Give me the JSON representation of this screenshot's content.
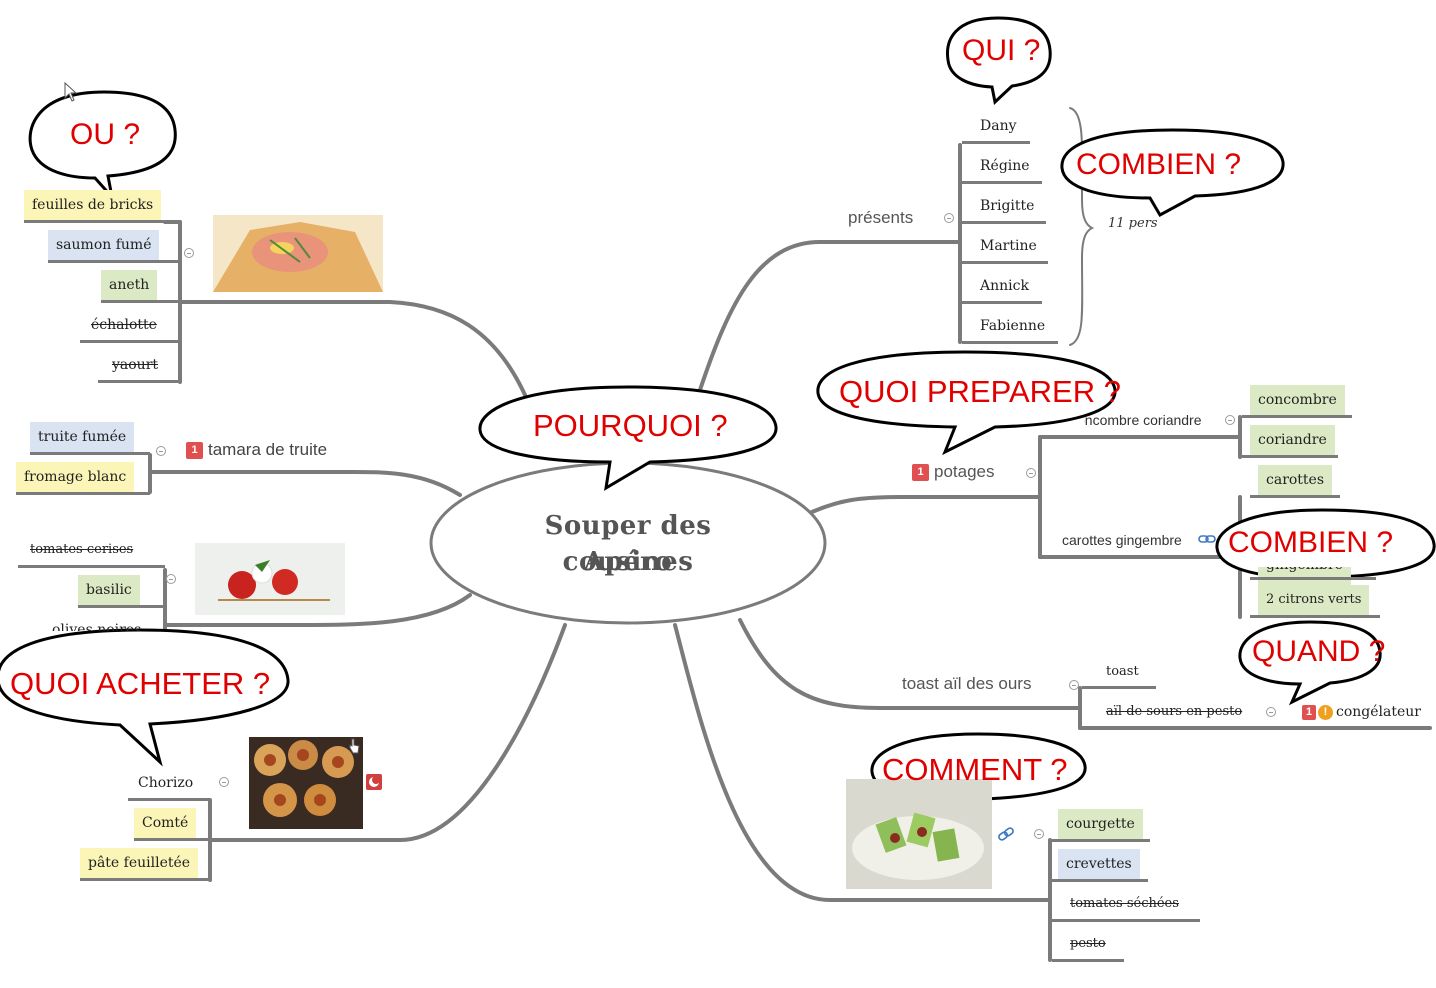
{
  "central": {
    "line1": "Souper des cousines",
    "line2": "Apéro"
  },
  "bubbles": {
    "ou": "OU ?",
    "qui": "QUI ?",
    "combien1": "COMBIEN ?",
    "pourquoi": "POURQUOI  ?",
    "quoi_preparer": "QUOI PREPARER ?",
    "combien2": "COMBIEN ?",
    "quand": "QUAND ?",
    "quoi_acheter": "QUOI ACHETER ?",
    "comment": "COMMENT ?"
  },
  "feuilles_branch": {
    "items": [
      "feuilles de bricks",
      "saumon fumé",
      "aneth",
      "échalotte",
      "yaourt"
    ]
  },
  "tamara_branch": {
    "title": "tamara de truite",
    "badge": "1",
    "items": [
      "truite fumée",
      "fromage blanc"
    ]
  },
  "tomates_branch": {
    "items": [
      "tomates cerises",
      "basilic",
      "olives noires"
    ]
  },
  "chorizo_branch": {
    "items": [
      "Chorizo",
      "Comté",
      "pâte feuilletée"
    ]
  },
  "presents_branch": {
    "title": "présents",
    "people": [
      "Dany",
      "Régine",
      "Brigitte",
      "Martine",
      "Annick",
      "Fabienne"
    ],
    "count_note": "11 pers"
  },
  "potages_branch": {
    "title": "potages",
    "badge": "1",
    "sub1": {
      "title": "concombre coriandre",
      "items": [
        "concombre",
        "coriandre"
      ]
    },
    "sub2": {
      "title": "carottes gingembre",
      "items": [
        "carottes",
        "gingembre",
        "2 citrons verts"
      ]
    }
  },
  "toast_branch": {
    "title": "toast aïl des ours",
    "items": [
      "toast",
      "aïl de sours en pesto"
    ],
    "leaf": "congélateur",
    "badge": "1",
    "warn": "!"
  },
  "courgette_branch": {
    "items": [
      "courgette",
      "crevettes",
      "tomates séchées",
      "pesto"
    ]
  },
  "colors": {
    "bubble_text": "#e00000",
    "branch": "#7b7b7b",
    "yellow": "#fbf5b8",
    "blue": "#d9e3f1",
    "green": "#dbe9c4"
  }
}
